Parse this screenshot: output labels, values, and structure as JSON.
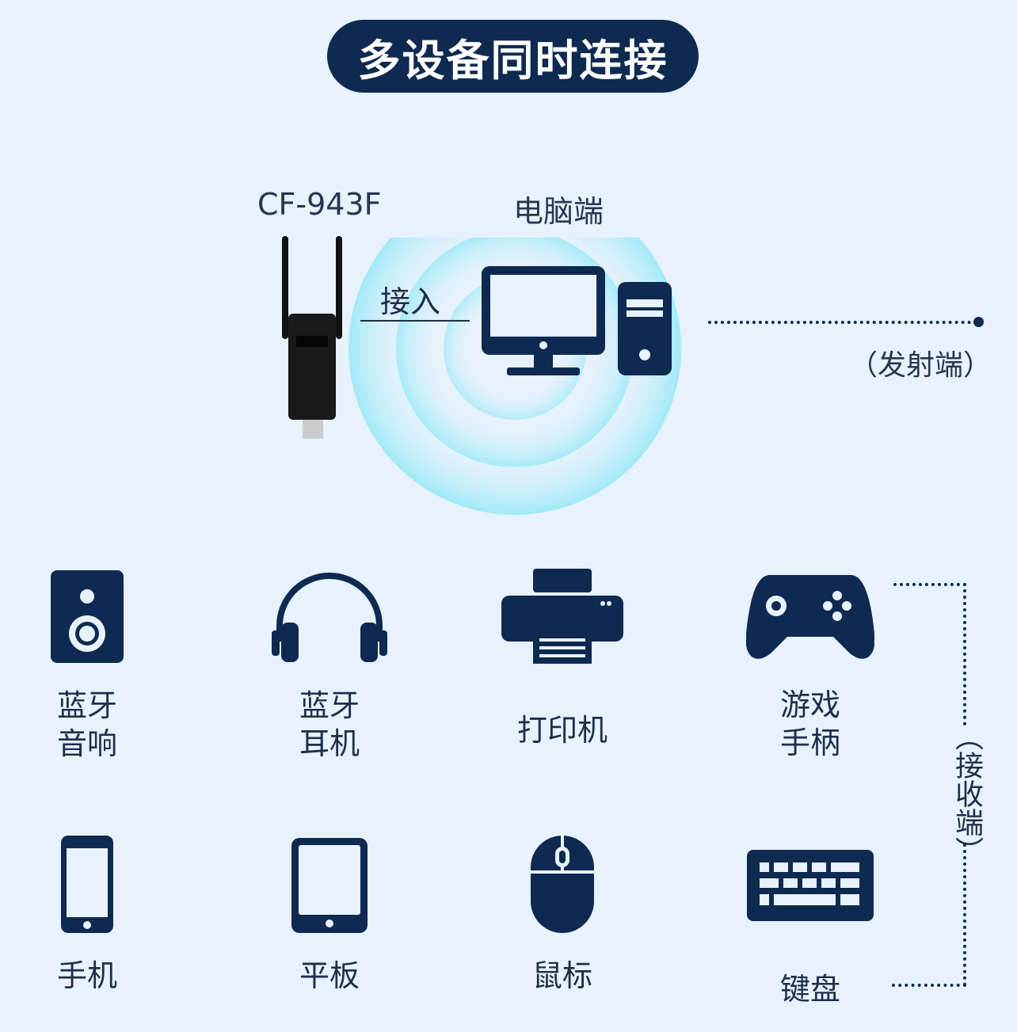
{
  "title": "多设备同时连接",
  "adapter": {
    "model": "CF-943F"
  },
  "computer": {
    "label": "电脑端"
  },
  "connect_label": "接入",
  "transmitter_label": "（发射端）",
  "receiver_label": "（接收端）",
  "colors": {
    "background": "#e8f2fd",
    "dark": "#0f2a50",
    "signal": "#8ee8f5"
  },
  "devices": [
    {
      "name": "蓝牙音响",
      "line1": "蓝牙",
      "line2": "音响",
      "icon": "speaker-icon"
    },
    {
      "name": "蓝牙耳机",
      "line1": "蓝牙",
      "line2": "耳机",
      "icon": "headphones-icon"
    },
    {
      "name": "打印机",
      "line1": "打印机",
      "line2": "",
      "icon": "printer-icon"
    },
    {
      "name": "游戏手柄",
      "line1": "游戏",
      "line2": "手柄",
      "icon": "gamepad-icon"
    },
    {
      "name": "手机",
      "line1": "手机",
      "line2": "",
      "icon": "phone-icon"
    },
    {
      "name": "平板",
      "line1": "平板",
      "line2": "",
      "icon": "tablet-icon"
    },
    {
      "name": "鼠标",
      "line1": "鼠标",
      "line2": "",
      "icon": "mouse-icon"
    },
    {
      "name": "键盘",
      "line1": "键盘",
      "line2": "",
      "icon": "keyboard-icon"
    }
  ]
}
